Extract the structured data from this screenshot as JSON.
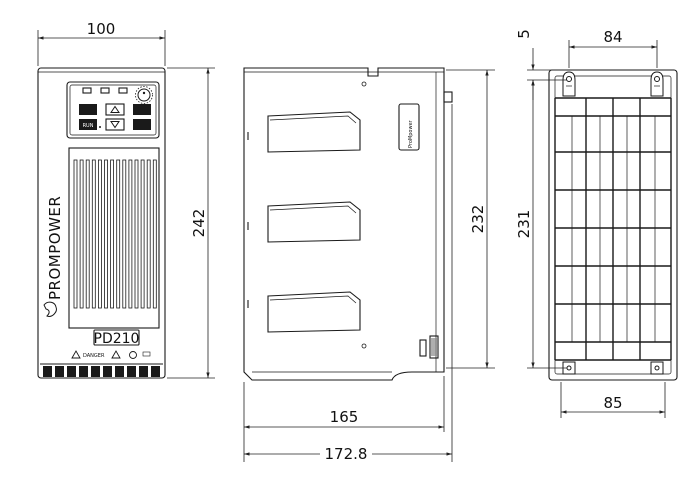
{
  "dimensions": {
    "front_width": "100",
    "front_height": "242",
    "side_height": "232",
    "side_depth_body": "165",
    "side_depth_total": "172.8",
    "back_top_offset": "5",
    "back_width_top": "84",
    "back_height": "231",
    "back_width_bottom": "85"
  },
  "labels": {
    "brand": "PROMPOWER",
    "model": "PD210",
    "danger": "DANGER",
    "side_badge": "ProMpower"
  },
  "keypad": {
    "keys": [
      "",
      "",
      "RUN",
      ""
    ]
  }
}
